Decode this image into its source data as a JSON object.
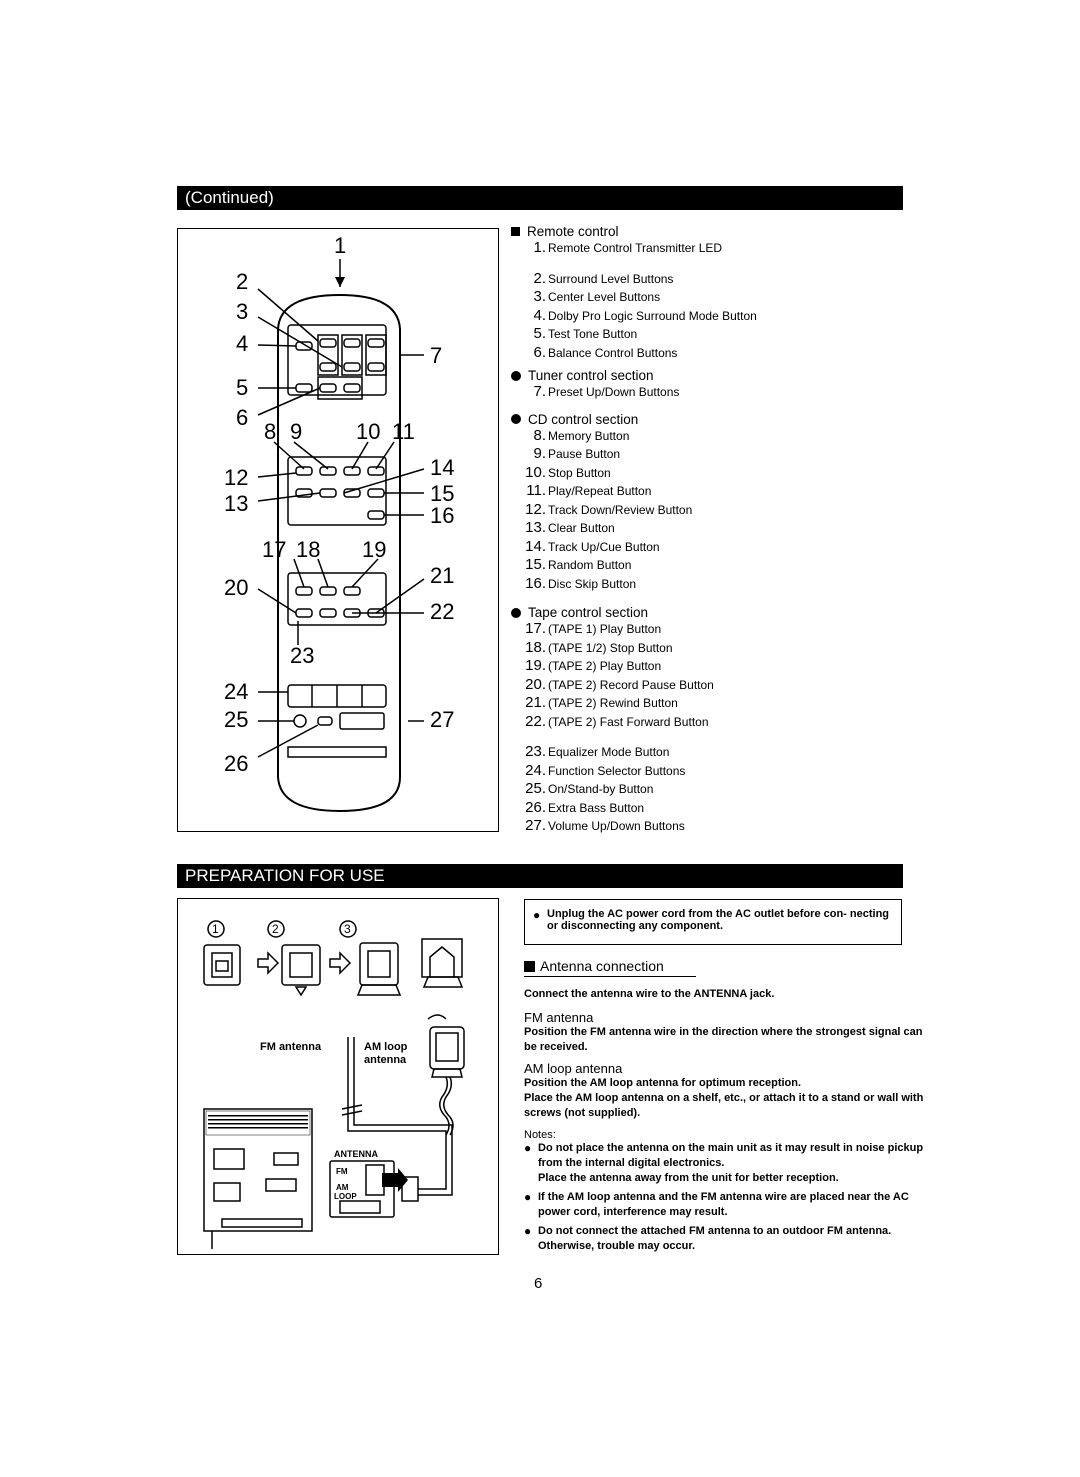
{
  "header": {
    "continued": "(Continued)",
    "preparation": "PREPARATION FOR USE"
  },
  "remote_control": {
    "title": "Remote control",
    "callout_numbers": [
      "1",
      "2",
      "3",
      "4",
      "5",
      "6",
      "7",
      "8",
      "9",
      "10",
      "11",
      "12",
      "13",
      "14",
      "15",
      "16",
      "17",
      "18",
      "19",
      "20",
      "21",
      "22",
      "23",
      "24",
      "25",
      "26",
      "27"
    ],
    "items_main": [
      {
        "n": "1.",
        "t": "Remote Control Transmitter LED"
      },
      {
        "n": "2.",
        "t": "Surround Level Buttons"
      },
      {
        "n": "3.",
        "t": "Center Level Buttons"
      },
      {
        "n": "4.",
        "t": "Dolby Pro Logic Surround Mode Button"
      },
      {
        "n": "5.",
        "t": "Test Tone Button"
      },
      {
        "n": "6.",
        "t": "Balance Control Buttons"
      }
    ],
    "tuner_title": "Tuner control section",
    "tuner_items": [
      {
        "n": "7.",
        "t": "Preset Up/Down Buttons"
      }
    ],
    "cd_title": "CD control section",
    "cd_items": [
      {
        "n": "8.",
        "t": "Memory Button"
      },
      {
        "n": "9.",
        "t": "Pause Button"
      },
      {
        "n": "10.",
        "t": "Stop Button"
      },
      {
        "n": "11.",
        "t": "Play/Repeat Button"
      },
      {
        "n": "12.",
        "t": "Track Down/Review Button"
      },
      {
        "n": "13.",
        "t": "Clear Button"
      },
      {
        "n": "14.",
        "t": "Track Up/Cue Button"
      },
      {
        "n": "15.",
        "t": "Random Button"
      },
      {
        "n": "16.",
        "t": "Disc Skip Button"
      }
    ],
    "tape_title": "Tape control section",
    "tape_items": [
      {
        "n": "17.",
        "t": "(TAPE 1) Play Button"
      },
      {
        "n": "18.",
        "t": "(TAPE 1/2) Stop Button"
      },
      {
        "n": "19.",
        "t": "(TAPE 2) Play Button"
      },
      {
        "n": "20.",
        "t": "(TAPE 2) Record Pause Button"
      },
      {
        "n": "21.",
        "t": "(TAPE 2) Rewind Button"
      },
      {
        "n": "22.",
        "t": "(TAPE 2) Fast Forward Button"
      }
    ],
    "other_items": [
      {
        "n": "23.",
        "t": "Equalizer Mode Button"
      },
      {
        "n": "24.",
        "t": "Function Selector Buttons"
      },
      {
        "n": "25.",
        "t": "On/Stand-by Button"
      },
      {
        "n": "26.",
        "t": "Extra Bass Button"
      },
      {
        "n": "27.",
        "t": "Volume Up/Down Buttons"
      }
    ]
  },
  "preparation": {
    "warning": "Unplug the AC power cord from the AC outlet before con- necting or disconnecting any component.",
    "antenna_title": "Antenna connection",
    "connect": "Connect the antenna wire to the ANTENNA jack.",
    "fm_title": "FM antenna",
    "fm_text": "Position the FM antenna wire in the direction where the strongest signal can be received.",
    "am_title": "AM loop antenna",
    "am_text1": "Position the AM loop antenna for optimum reception.",
    "am_text2": "Place the AM loop antenna on a shelf, etc., or attach it to a stand or wall with screws (not supplied).",
    "notes_title": "Notes:",
    "notes": [
      "Do not place the antenna on the main unit as it may result in noise pickup from the internal digital electronics.",
      "If the AM loop antenna and the FM antenna wire are placed near the AC power cord, interference may result.",
      "Do not connect the attached FM antenna to an outdoor FM antenna. Otherwise, trouble may occur."
    ],
    "note1_extra": "Place the antenna away from the unit for better reception.",
    "diagram": {
      "steps": [
        "1",
        "2",
        "3"
      ],
      "fm_label": "FM antenna",
      "am_label": "AM loop antenna",
      "jack_title": "ANTENNA",
      "jack_fm": "FM",
      "jack_am": "AM",
      "jack_loop": "LOOP"
    }
  },
  "page_number": "6"
}
